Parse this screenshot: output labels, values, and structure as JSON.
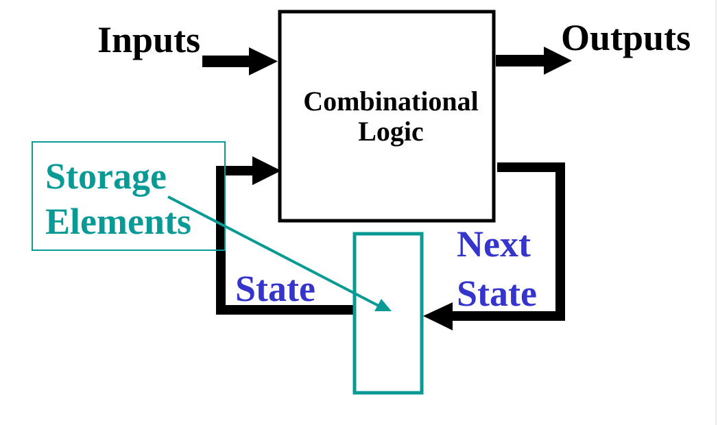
{
  "labels": {
    "inputs": "Inputs",
    "outputs": "Outputs",
    "combinational_line1": "Combinational",
    "combinational_line2": "Logic",
    "storage_line1": "Storage",
    "storage_line2": "Elements",
    "state": "State",
    "next_state_line1": "Next",
    "next_state_line2": "State"
  },
  "colors": {
    "black": "#000000",
    "teal": "#0a9a96",
    "blue": "#3535cc",
    "background": "#ffffff"
  }
}
